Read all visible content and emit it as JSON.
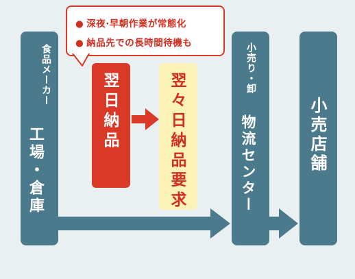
{
  "colors": {
    "column": "#4b7a8c",
    "accent_red": "#d93a27",
    "demand_fill": "#fbf2b8",
    "background": "#eaf0f2"
  },
  "manufacturer": {
    "sub_label": "食品メーカー",
    "main_label": "工場・倉庫"
  },
  "distribution_center": {
    "sub_label": "小売り・卸",
    "main_label": "物流センター"
  },
  "store": {
    "label": "小売店舗"
  },
  "next_day_delivery": "翌日納品",
  "next_day_delivery_demand": "翌々日納品要求",
  "callout": {
    "bullets": [
      "深夜·早朝作業が常態化",
      "納品先での長時間待機も"
    ]
  },
  "icons": {
    "bullet": "red-dot",
    "arrows": [
      "arrow-right",
      "arrow-right",
      "arrow-right"
    ]
  }
}
